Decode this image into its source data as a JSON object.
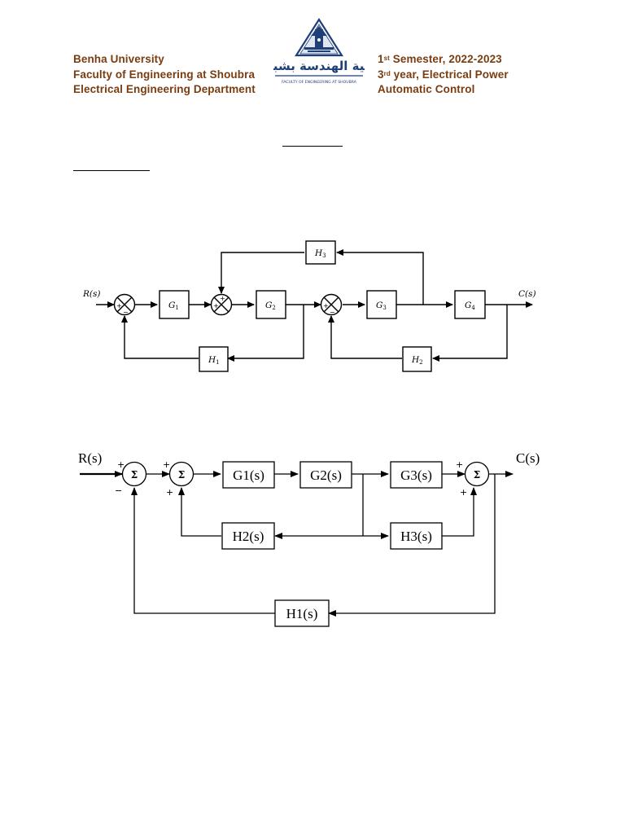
{
  "header": {
    "left": {
      "university": "Benha University",
      "faculty": "Faculty of Engineering at Shoubra",
      "department": "Electrical Engineering Department"
    },
    "right": {
      "semester_ordinal": "1",
      "semester_suffix": "st",
      "semester_text": " Semester, 2022-2023",
      "year_ordinal": "3",
      "year_suffix": "rd",
      "year_text": " year, Electrical Power",
      "course": "Automatic Control"
    },
    "logo": {
      "arabic_name": "كلية الهندسة بشبرا",
      "english_name": "FACULTY OF ENGINEERING AT SHOUBRA",
      "accent_color": "#1f3f78"
    }
  },
  "diagram1": {
    "input": "R(s)",
    "output": "C(s)",
    "blocks": [
      "G",
      "G",
      "H",
      "G",
      "G",
      "H",
      "H"
    ],
    "block_subscripts": [
      "1",
      "2",
      "3",
      "3",
      "4",
      "1",
      "2"
    ],
    "signs": [
      "+",
      "−",
      "+",
      "+",
      "+",
      "−"
    ]
  },
  "diagram2": {
    "input": "R(s)",
    "output": "C(s)",
    "blocks": [
      "G1(s)",
      "G2(s)",
      "G3(s)",
      "H2(s)",
      "H3(s)",
      "H1(s)"
    ],
    "summer_symbol": "Σ",
    "signs": [
      "+",
      "−",
      "+",
      "+",
      "+",
      "+"
    ]
  }
}
